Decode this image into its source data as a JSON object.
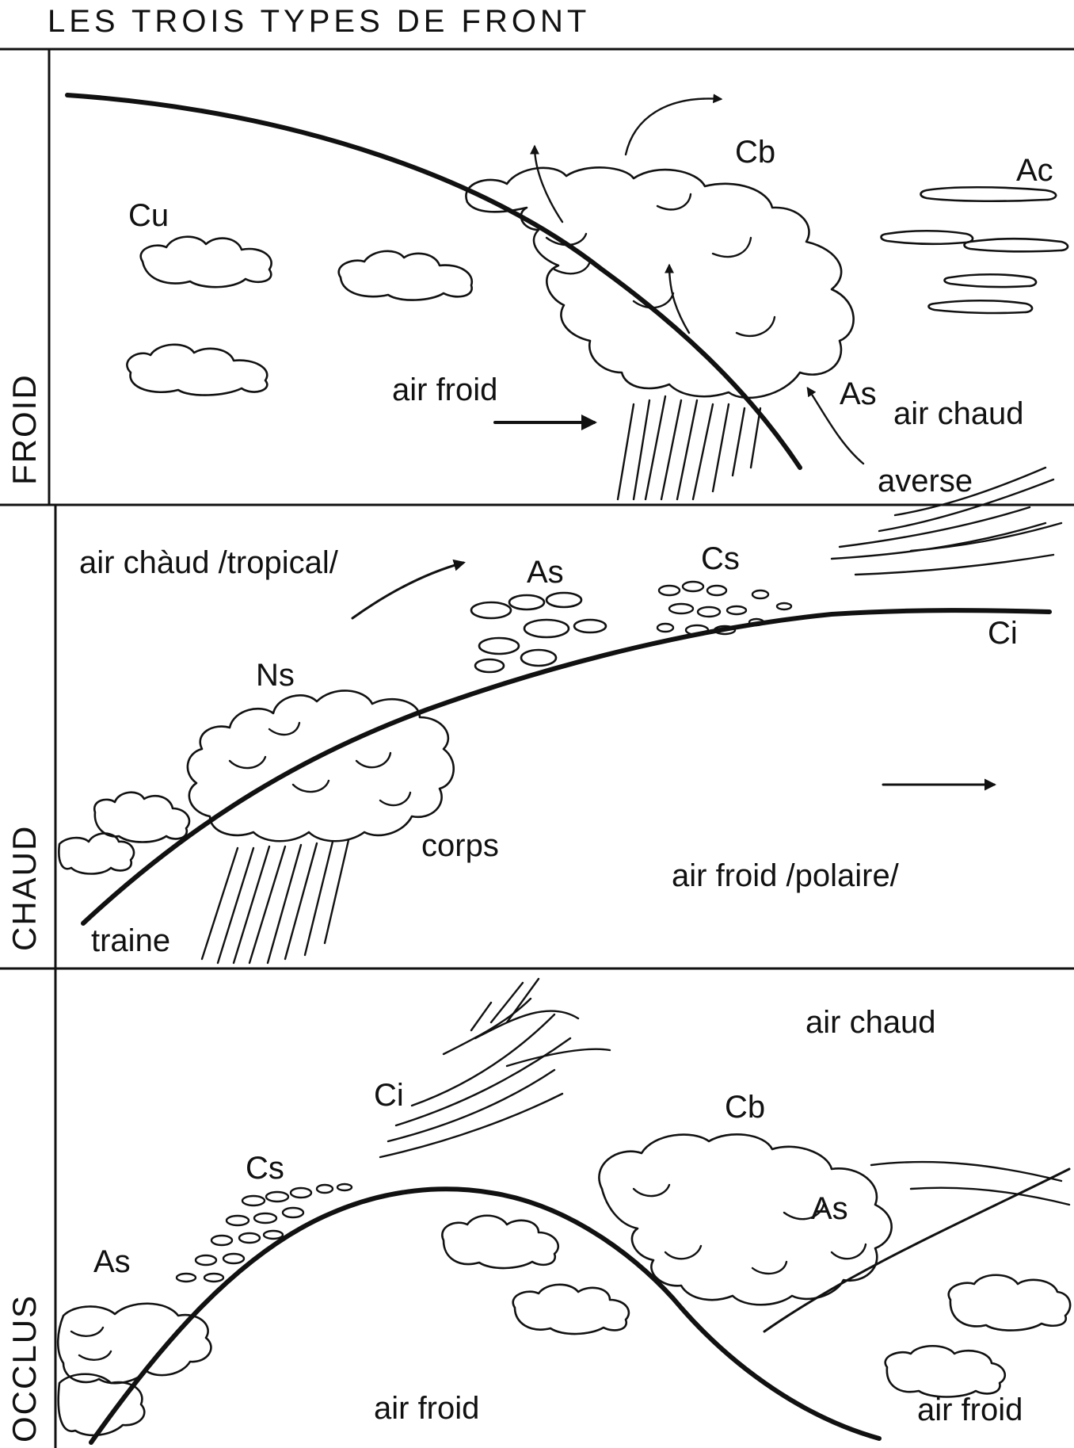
{
  "title": "LES TROIS TYPES DE FRONT",
  "panels": [
    {
      "side_label": "FROID",
      "labels": {
        "cb": "Cb",
        "ac": "Ac",
        "cu": "Cu",
        "air_froid": "air froid",
        "as": "As",
        "air_chaud": "air chaud",
        "averse": "averse"
      }
    },
    {
      "side_label": "CHAUD",
      "labels": {
        "air_chaud": "air chàud /tropical/",
        "as": "As",
        "cs": "Cs",
        "ci": "Ci",
        "ns": "Ns",
        "corps": "corps",
        "air_froid": "air froid /polaire/",
        "traine": "traine"
      }
    },
    {
      "side_label": "OCCLUS",
      "labels": {
        "air_chaud": "air chaud",
        "ci": "Ci",
        "cb": "Cb",
        "cs": "Cs",
        "as_cloud": "As",
        "as_left": "As",
        "air_froid_left": "air froid",
        "air_froid_right": "air froid"
      }
    }
  ]
}
